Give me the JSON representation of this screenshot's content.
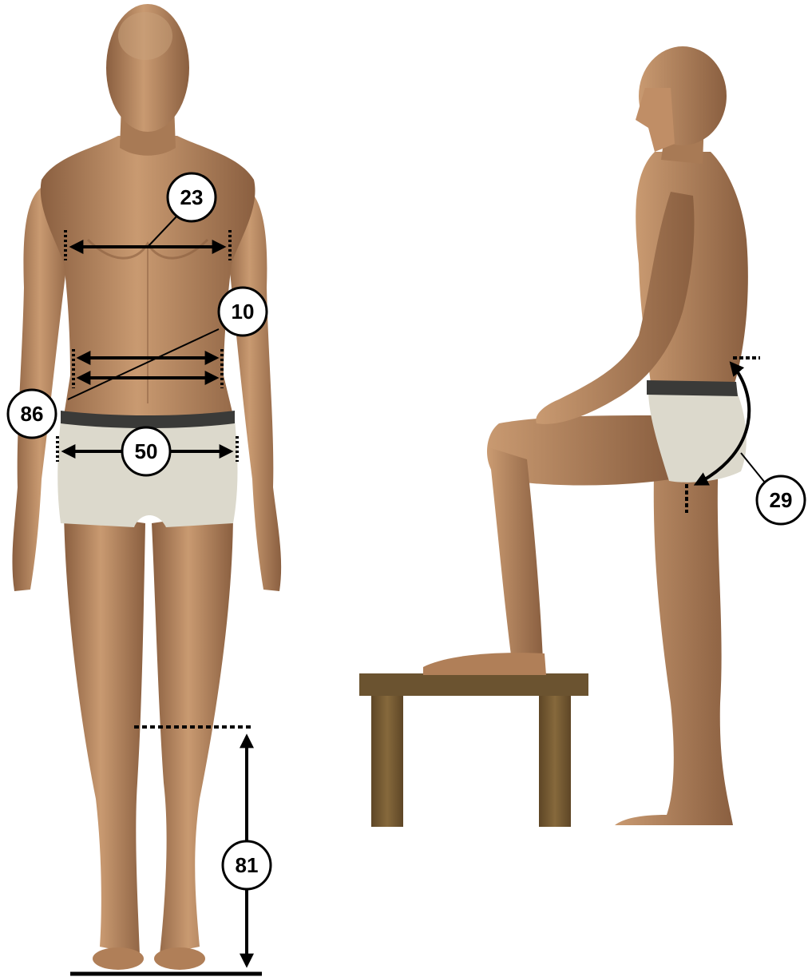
{
  "figure": {
    "colors": {
      "skin": "#b98a63",
      "skin_shadow": "#8a5f40",
      "skin_light": "#d2a47c",
      "underwear": "#dcd9cc",
      "waistband": "#3a3a38",
      "stool_top": "#6b5330",
      "stool_leg": "#7a6036",
      "line": "#000000",
      "badge_fill": "#ffffff"
    }
  },
  "measurements": [
    {
      "id": "shoulder-width",
      "number": "23"
    },
    {
      "id": "waist-upper",
      "number": "10"
    },
    {
      "id": "waist-lower",
      "number": "86"
    },
    {
      "id": "hip-width",
      "number": "50"
    },
    {
      "id": "knee-height",
      "number": "81"
    },
    {
      "id": "buttock-curve",
      "number": "29"
    }
  ]
}
